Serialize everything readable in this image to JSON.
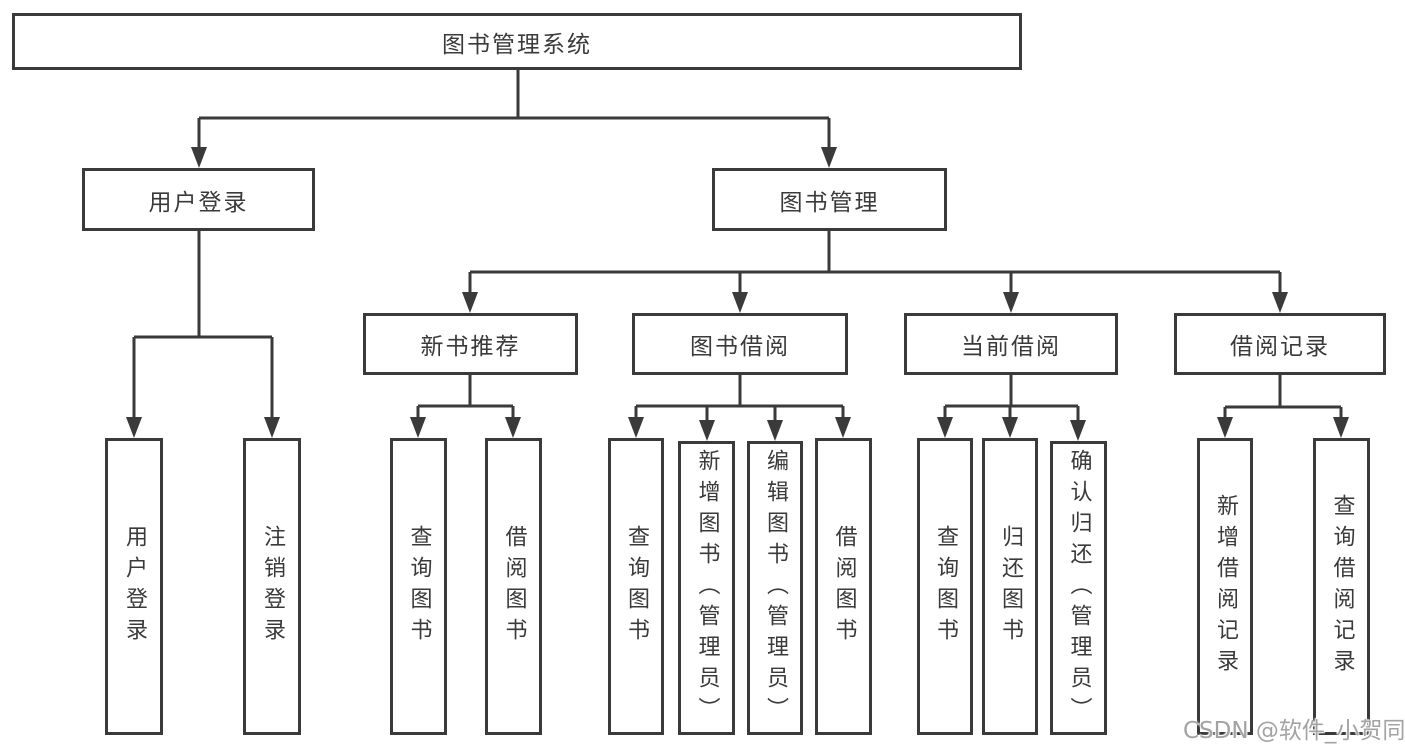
{
  "diagram_title": "图书管理系统",
  "colors": {
    "line": "#3a3a3a",
    "text": "#3a3a3a",
    "background": "#ffffff",
    "watermark_text_color": "#a3a3a3"
  },
  "watermark": {
    "text": "CSDN @软件_小贺同学"
  },
  "tree": {
    "label": "图书管理系统",
    "children": [
      {
        "label": "用户登录",
        "children": [
          {
            "label": "用户登录"
          },
          {
            "label": "注销登录"
          }
        ]
      },
      {
        "label": "图书管理",
        "children": [
          {
            "label": "新书推荐",
            "children": [
              {
                "label": "查询图书"
              },
              {
                "label": "借阅图书"
              }
            ]
          },
          {
            "label": "图书借阅",
            "children": [
              {
                "label": "查询图书"
              },
              {
                "label": "新增图书（管理员）"
              },
              {
                "label": "编辑图书（管理员）"
              },
              {
                "label": "借阅图书"
              }
            ]
          },
          {
            "label": "当前借阅",
            "children": [
              {
                "label": "查询图书"
              },
              {
                "label": "归还图书"
              },
              {
                "label": "确认归还（管理员）"
              }
            ]
          },
          {
            "label": "借阅记录",
            "children": [
              {
                "label": "新增借阅记录"
              },
              {
                "label": "查询借阅记录"
              }
            ]
          }
        ]
      }
    ]
  }
}
